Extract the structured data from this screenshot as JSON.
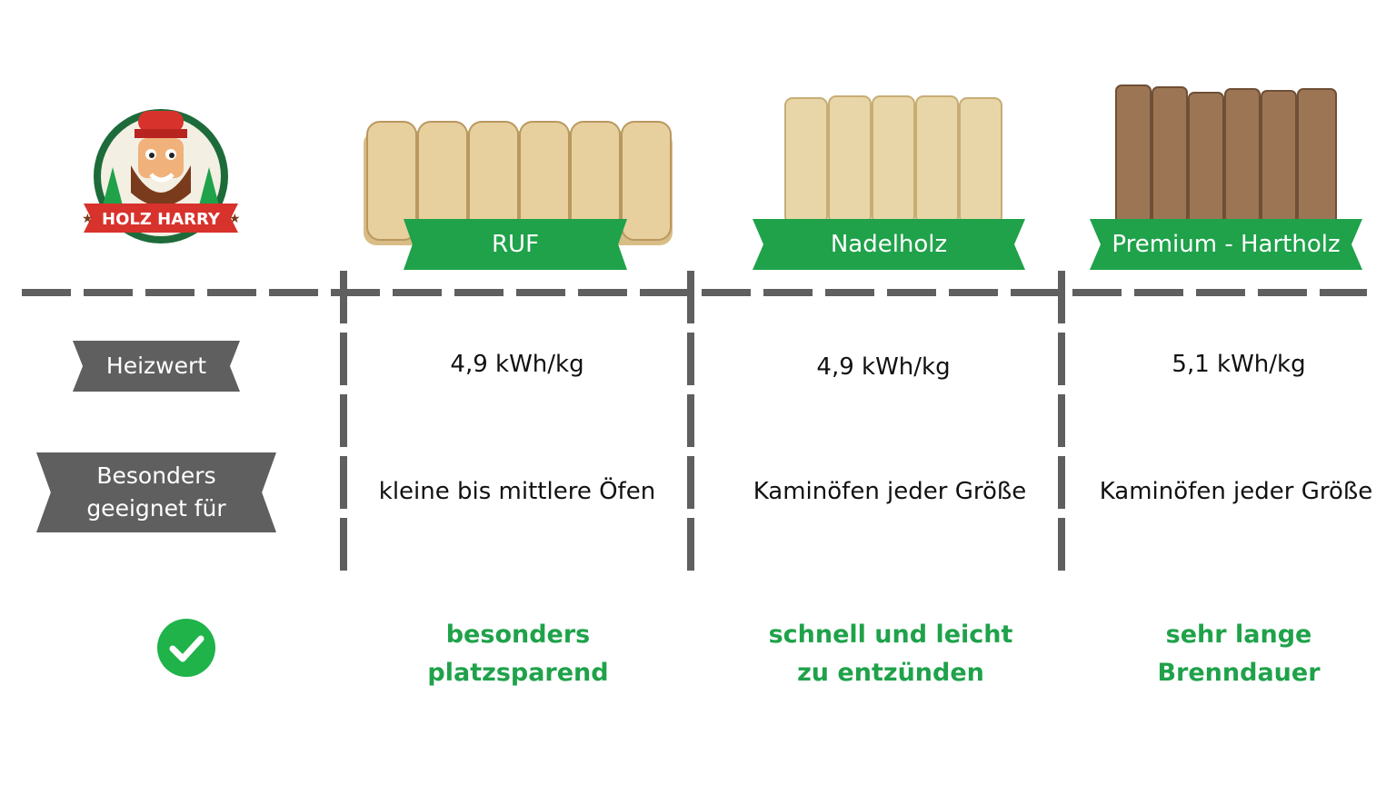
{
  "logo": {
    "text": "HOLZ HARRY"
  },
  "columns": [
    {
      "name": "RUF",
      "heizwert": "4,9 kWh/kg",
      "geeignet": "kleine bis mittlere Öfen",
      "benefit_line1": "besonders",
      "benefit_line2": "platzsparend"
    },
    {
      "name": "Nadelholz",
      "heizwert": "4,9 kWh/kg",
      "geeignet": "Kaminöfen jeder Größe",
      "benefit_line1": "schnell und leicht",
      "benefit_line2": "zu entzünden"
    },
    {
      "name": "Premium - Hartholz",
      "heizwert": "5,1 kWh/kg",
      "geeignet": "Kaminöfen jeder Größe",
      "benefit_line1": "sehr lange",
      "benefit_line2": "Brenndauer"
    }
  ],
  "rows": {
    "heizwert_label": "Heizwert",
    "geeignet_label_line1": "Besonders",
    "geeignet_label_line2": "geeignet für"
  },
  "colors": {
    "green": "#1fa24a",
    "gray": "#5f5f5f",
    "wood_light": "#e4cf9f",
    "wood_dark": "#8a6a4a"
  },
  "icons": {
    "benefit_row": "check-circle-icon"
  }
}
